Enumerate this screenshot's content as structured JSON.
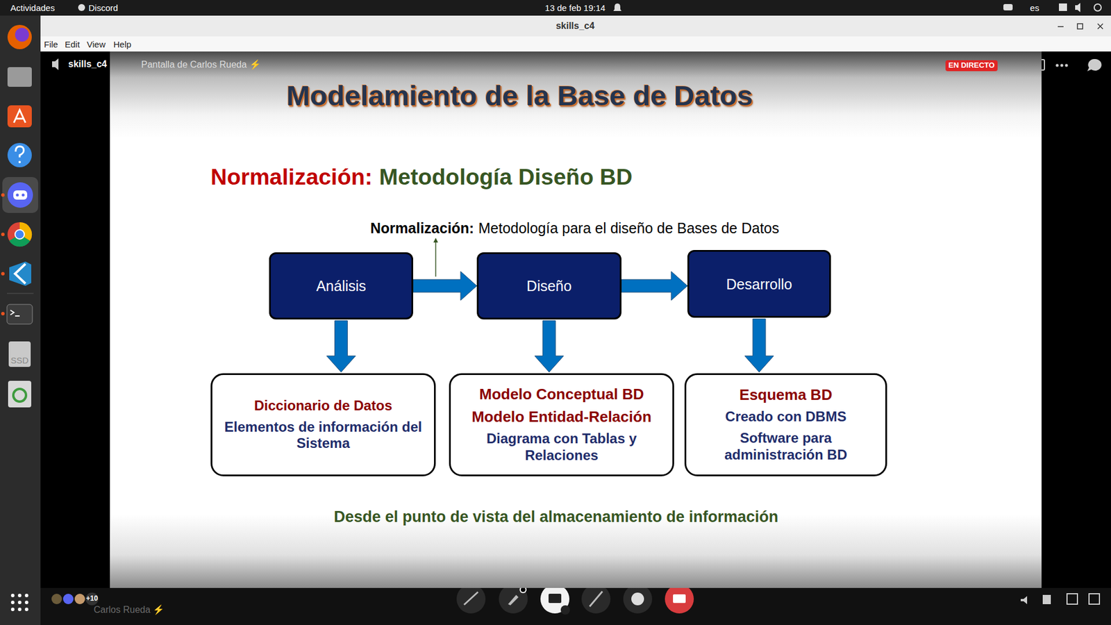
{
  "diagram": {
    "title": "Modelamiento de la Base de Datos",
    "caption": "Desde el punto de vista del almacenamiento de información",
    "nodes": [
      {
        "text": [
          "Análisis"
        ]
      },
      {
        "text": [
          "Diseño"
        ]
      },
      {
        "text": [
          "Desarrollo"
        ]
      },
      {
        "text": [
          "Diccionario de Datos",
          "Elementos de información del Sistema"
        ]
      },
      {
        "text": [
          "Modelo Conceptual BD",
          "Modelo Entidad-Relación",
          "Diagrama con Tablas y Relaciones"
        ]
      },
      {
        "text": [
          "Esquema BD",
          "Creado con DBMS",
          "Software para administración BD"
        ]
      }
    ],
    "edges": [
      {
        "from": 0,
        "to": 1,
        "arrow": "to"
      },
      {
        "from": 1,
        "to": 2,
        "arrow": "to"
      },
      {
        "from": 0,
        "to": 3,
        "arrow": "to"
      },
      {
        "from": 1,
        "to": 4,
        "arrow": "to"
      },
      {
        "from": 2,
        "to": 5,
        "arrow": "to"
      }
    ],
    "labels": [
      "Actividades",
      "Discord",
      "13 de feb 19:14",
      "es",
      "skills_c4",
      "File",
      "Edit",
      "View",
      "Help",
      "SSD",
      "skills_c4",
      "Pantalla de Carlos Rueda ⚡",
      "EN DIRECTO",
      "Normalización:",
      "Metodología Diseño BD",
      "Normalización:",
      "Metodología para el diseño de Bases de Datos",
      "+10",
      "Carlos Rueda ⚡"
    ]
  }
}
